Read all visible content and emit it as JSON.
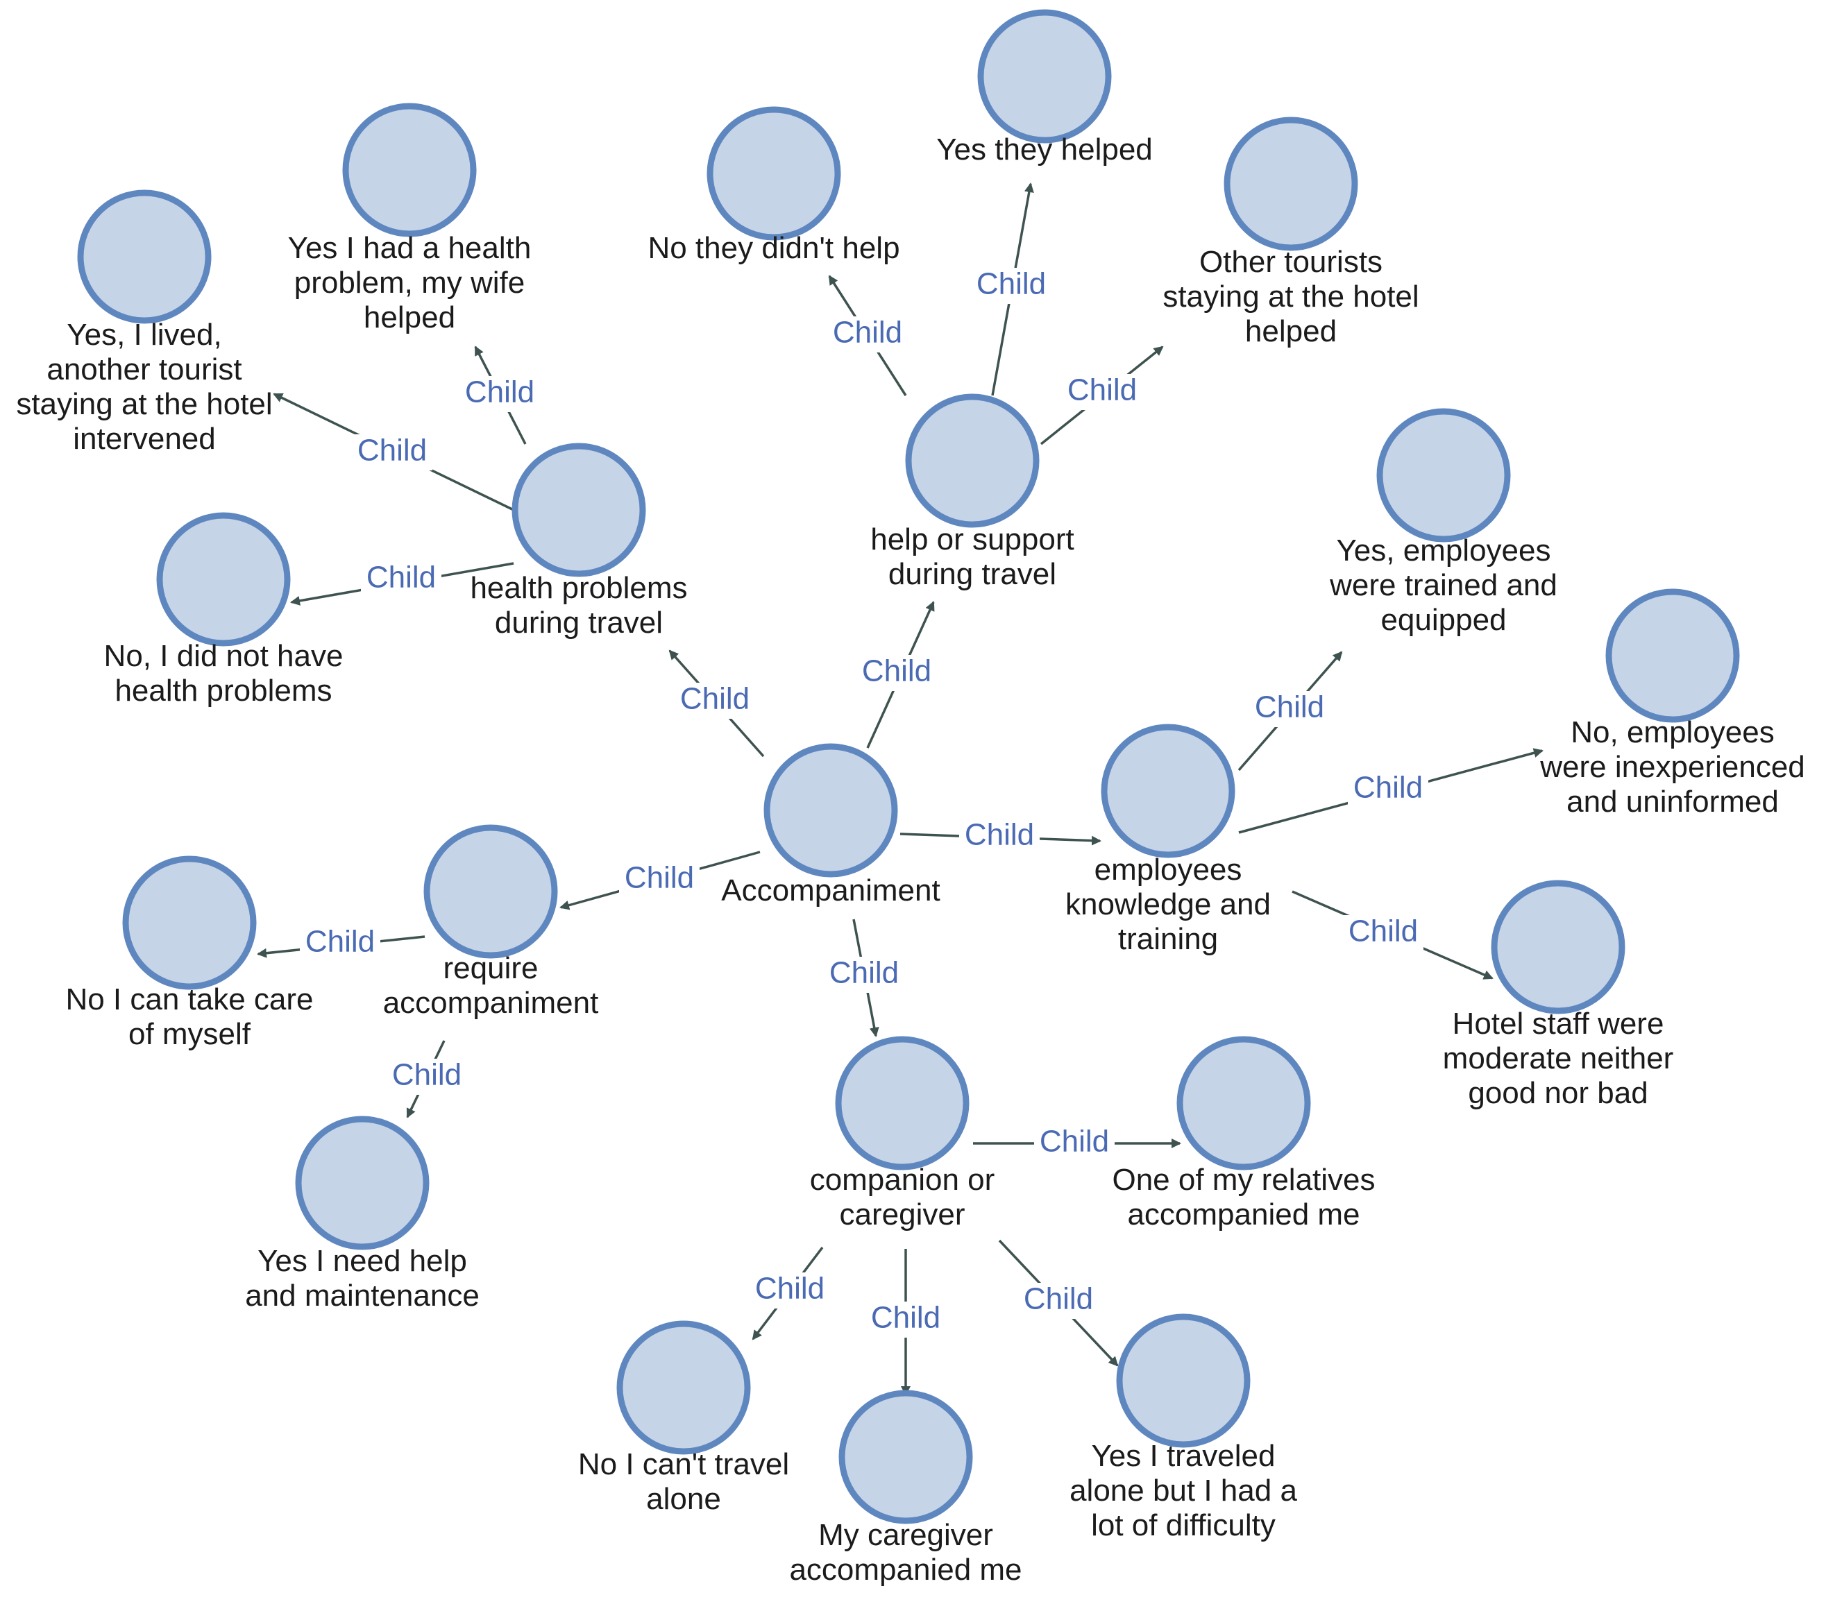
{
  "colors": {
    "node_fill": "#c6d4e8",
    "node_stroke": "#5f87bf",
    "edge": "#3e5350",
    "edge_label": "#4a6ab3",
    "node_label": "#1b1b1b"
  },
  "nodes": [
    {
      "id": "accompaniment",
      "lines": [
        "Accompaniment"
      ]
    },
    {
      "id": "health",
      "lines": [
        "health problems",
        "during travel"
      ]
    },
    {
      "id": "help",
      "lines": [
        "help or support",
        "during travel"
      ]
    },
    {
      "id": "employees",
      "lines": [
        "employees",
        "knowledge and",
        "training"
      ]
    },
    {
      "id": "require",
      "lines": [
        "require",
        "accompaniment"
      ]
    },
    {
      "id": "companion",
      "lines": [
        "companion or",
        "caregiver"
      ]
    },
    {
      "id": "yes_lived",
      "lines": [
        "Yes, I lived,",
        "another tourist",
        "staying at the hotel",
        "intervened"
      ]
    },
    {
      "id": "yes_wife",
      "lines": [
        "Yes I had a health",
        "problem, my wife",
        "helped"
      ]
    },
    {
      "id": "no_health",
      "lines": [
        "No, I did not have",
        "health problems"
      ]
    },
    {
      "id": "no_help",
      "lines": [
        "No they didn't help"
      ]
    },
    {
      "id": "yes_helped",
      "lines": [
        "Yes they helped"
      ]
    },
    {
      "id": "other_tourists",
      "lines": [
        "Other tourists",
        "staying at the hotel",
        "helped"
      ]
    },
    {
      "id": "yes_trained",
      "lines": [
        "Yes, employees",
        "were trained and",
        "equipped"
      ]
    },
    {
      "id": "no_inexperienced",
      "lines": [
        "No, employees",
        "were inexperienced",
        "and uninformed"
      ]
    },
    {
      "id": "hotel_moderate",
      "lines": [
        "Hotel staff were",
        "moderate neither",
        "good nor bad"
      ]
    },
    {
      "id": "no_care",
      "lines": [
        "No I can take care",
        "of myself"
      ]
    },
    {
      "id": "yes_need",
      "lines": [
        "Yes I need help",
        "and maintenance"
      ]
    },
    {
      "id": "relatives",
      "lines": [
        "One of my relatives",
        "accompanied me"
      ]
    },
    {
      "id": "cant_travel",
      "lines": [
        "No I can't travel",
        "alone"
      ]
    },
    {
      "id": "caregiver_acc",
      "lines": [
        "My caregiver",
        "accompanied me"
      ]
    },
    {
      "id": "traveled_alone",
      "lines": [
        "Yes I traveled",
        "alone but I had a",
        "lot of difficulty"
      ]
    }
  ],
  "edges": [
    {
      "from": "accompaniment",
      "to": "health",
      "label": "Child"
    },
    {
      "from": "accompaniment",
      "to": "help",
      "label": "Child"
    },
    {
      "from": "accompaniment",
      "to": "employees",
      "label": "Child"
    },
    {
      "from": "accompaniment",
      "to": "require",
      "label": "Child"
    },
    {
      "from": "accompaniment",
      "to": "companion",
      "label": "Child"
    },
    {
      "from": "health",
      "to": "yes_lived",
      "label": "Child"
    },
    {
      "from": "health",
      "to": "yes_wife",
      "label": "Child"
    },
    {
      "from": "health",
      "to": "no_health",
      "label": "Child"
    },
    {
      "from": "help",
      "to": "no_help",
      "label": "Child"
    },
    {
      "from": "help",
      "to": "yes_helped",
      "label": "Child"
    },
    {
      "from": "help",
      "to": "other_tourists",
      "label": "Child"
    },
    {
      "from": "employees",
      "to": "yes_trained",
      "label": "Child"
    },
    {
      "from": "employees",
      "to": "no_inexperienced",
      "label": "Child"
    },
    {
      "from": "employees",
      "to": "hotel_moderate",
      "label": "Child"
    },
    {
      "from": "require",
      "to": "no_care",
      "label": "Child"
    },
    {
      "from": "require",
      "to": "yes_need",
      "label": "Child"
    },
    {
      "from": "companion",
      "to": "relatives",
      "label": "Child"
    },
    {
      "from": "companion",
      "to": "cant_travel",
      "label": "Child"
    },
    {
      "from": "companion",
      "to": "caregiver_acc",
      "label": "Child"
    },
    {
      "from": "companion",
      "to": "traveled_alone",
      "label": "Child"
    }
  ]
}
